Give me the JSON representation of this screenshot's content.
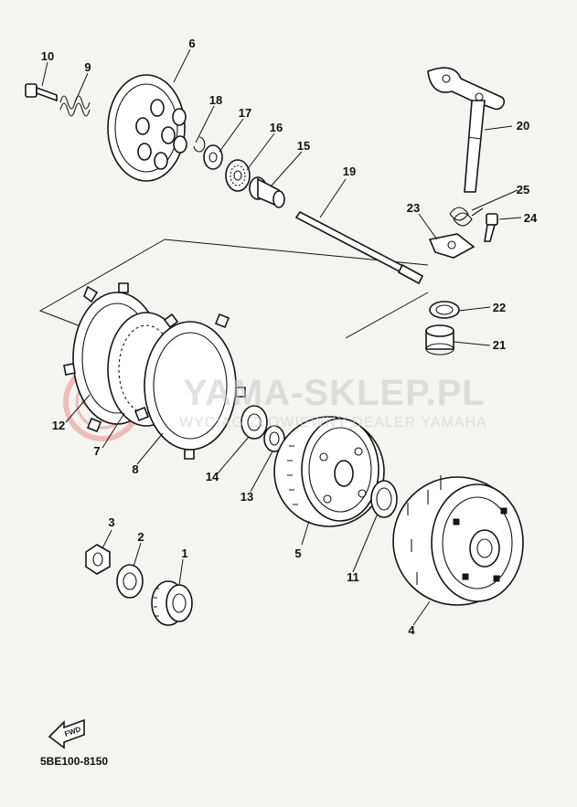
{
  "diagram": {
    "part_numbers": [
      "1",
      "2",
      "3",
      "4",
      "5",
      "6",
      "7",
      "8",
      "9",
      "10",
      "11",
      "12",
      "13",
      "14",
      "15",
      "16",
      "17",
      "18",
      "19",
      "20",
      "21",
      "22",
      "23",
      "24",
      "25"
    ],
    "direction_label": "FWD",
    "reference_code": "5BE100-8150"
  },
  "watermark": {
    "main_text": "YAMA-SKLEP.PL",
    "sub_text": "WYCIĄG ZŁOWIEWNY DEALER YAMAHA",
    "color": "#e03030"
  },
  "colors": {
    "line": "#151515",
    "background": "#f4f4f1"
  }
}
